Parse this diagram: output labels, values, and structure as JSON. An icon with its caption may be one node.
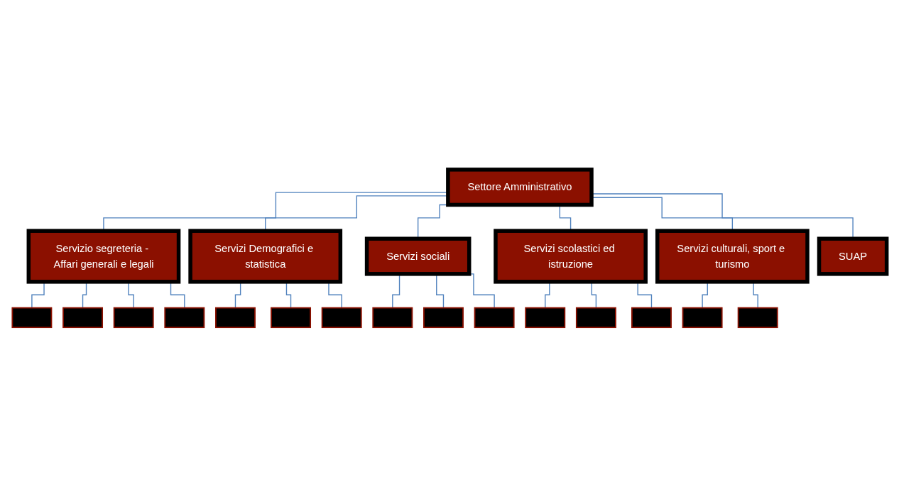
{
  "diagram": {
    "nodes": [
      {
        "text": [
          "Settore Amministrativo"
        ]
      },
      {
        "text": [
          "Servizio segreteria - Affari generali e legali"
        ]
      },
      {
        "text": [
          "Servizi Demografici e statistica"
        ]
      },
      {
        "text": [
          "Servizi sociali"
        ]
      },
      {
        "text": [
          "Servizi scolastici ed istruzione"
        ]
      },
      {
        "text": [
          "Servizi culturali, sport e turismo"
        ]
      },
      {
        "text": [
          "SUAP"
        ]
      },
      {
        "text": [],
        "shape": "box"
      },
      {
        "text": [],
        "shape": "box"
      },
      {
        "text": [],
        "shape": "box"
      },
      {
        "text": [],
        "shape": "box"
      },
      {
        "text": [],
        "shape": "box"
      },
      {
        "text": [],
        "shape": "box"
      },
      {
        "text": [],
        "shape": "box"
      },
      {
        "text": [],
        "shape": "box"
      },
      {
        "text": [],
        "shape": "box"
      },
      {
        "text": [],
        "shape": "box"
      },
      {
        "text": [],
        "shape": "box"
      },
      {
        "text": [],
        "shape": "box"
      },
      {
        "text": [],
        "shape": "box"
      },
      {
        "text": [],
        "shape": "box"
      },
      {
        "text": [],
        "shape": "box"
      }
    ],
    "edges": [
      {
        "from": 0,
        "to": 1,
        "arrow": "none"
      },
      {
        "from": 0,
        "to": 2,
        "arrow": "none"
      },
      {
        "from": 0,
        "to": 3,
        "arrow": "none"
      },
      {
        "from": 0,
        "to": 4,
        "arrow": "none"
      },
      {
        "from": 0,
        "to": 5,
        "arrow": "none"
      },
      {
        "from": 0,
        "to": 6,
        "arrow": "none"
      },
      {
        "from": 1,
        "to": 7,
        "arrow": "none"
      },
      {
        "from": 1,
        "to": 8,
        "arrow": "none"
      },
      {
        "from": 1,
        "to": 9,
        "arrow": "none"
      },
      {
        "from": 1,
        "to": 10,
        "arrow": "none"
      },
      {
        "from": 2,
        "to": 11,
        "arrow": "none"
      },
      {
        "from": 2,
        "to": 12,
        "arrow": "none"
      },
      {
        "from": 2,
        "to": 13,
        "arrow": "none"
      },
      {
        "from": 3,
        "to": 14,
        "arrow": "none"
      },
      {
        "from": 3,
        "to": 15,
        "arrow": "none"
      },
      {
        "from": 3,
        "to": 16,
        "arrow": "none"
      },
      {
        "from": 4,
        "to": 17,
        "arrow": "none"
      },
      {
        "from": 4,
        "to": 18,
        "arrow": "none"
      },
      {
        "from": 4,
        "to": 19,
        "arrow": "none"
      },
      {
        "from": 5,
        "to": 20,
        "arrow": "none"
      },
      {
        "from": 5,
        "to": 21,
        "arrow": "none"
      }
    ]
  }
}
